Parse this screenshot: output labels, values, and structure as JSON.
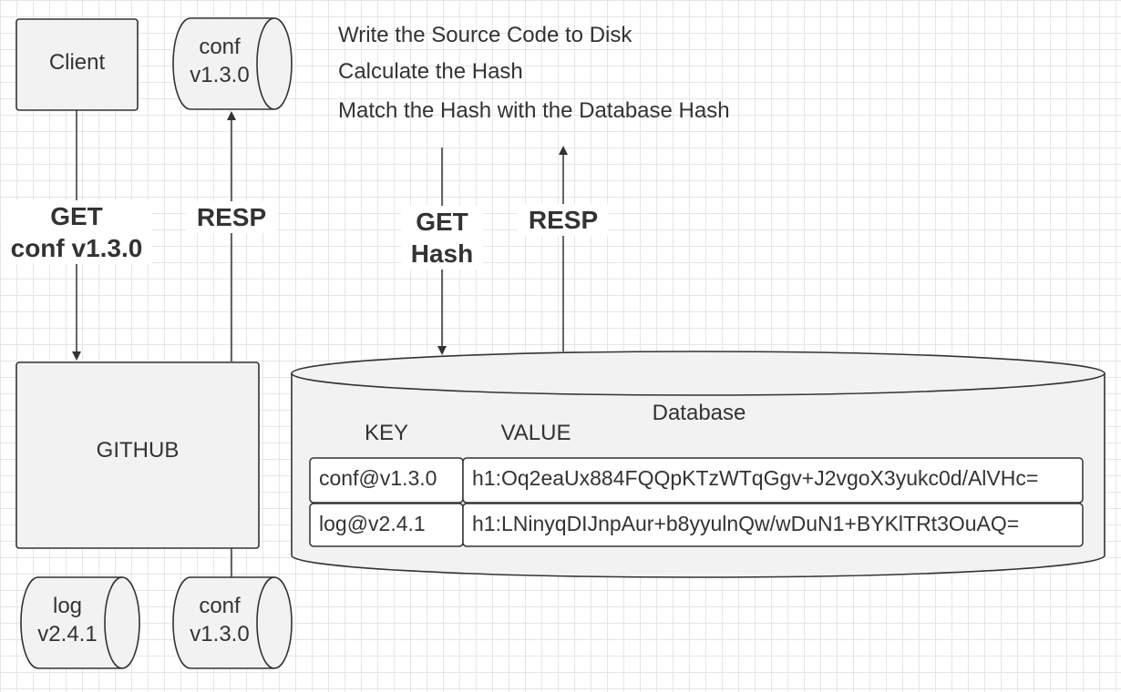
{
  "nodes": {
    "client": "Client",
    "github": "GITHUB",
    "conf_top": [
      "conf",
      "v1.3.0"
    ],
    "log_store": [
      "log",
      "v2.4.1"
    ],
    "conf_store": [
      "conf",
      "v1.3.0"
    ]
  },
  "edges": {
    "get_conf": [
      "GET",
      "conf v1.3.0"
    ],
    "resp_conf": "RESP",
    "get_hash": [
      "GET",
      "Hash"
    ],
    "resp_hash": "RESP"
  },
  "steps": [
    "Write the Source Code to Disk",
    "Calculate the Hash",
    "Match the Hash with the Database Hash"
  ],
  "database": {
    "title": "Database",
    "columns": [
      "KEY",
      "VALUE"
    ],
    "rows": [
      {
        "key": "conf@v1.3.0",
        "value": "h1:Oq2eaUx884FQQpKTzWTqGgv+J2vgoX3yukc0d/AlVHc="
      },
      {
        "key": "log@v2.4.1",
        "value": "h1:LNinyqDIJnpAur+b8yyulnQw/wDuN1+BYKlTRt3OuAQ="
      }
    ]
  },
  "colors": {
    "node_fill": "#f2f2f2",
    "stroke": "#333333",
    "grid": "#e6e6e6"
  }
}
